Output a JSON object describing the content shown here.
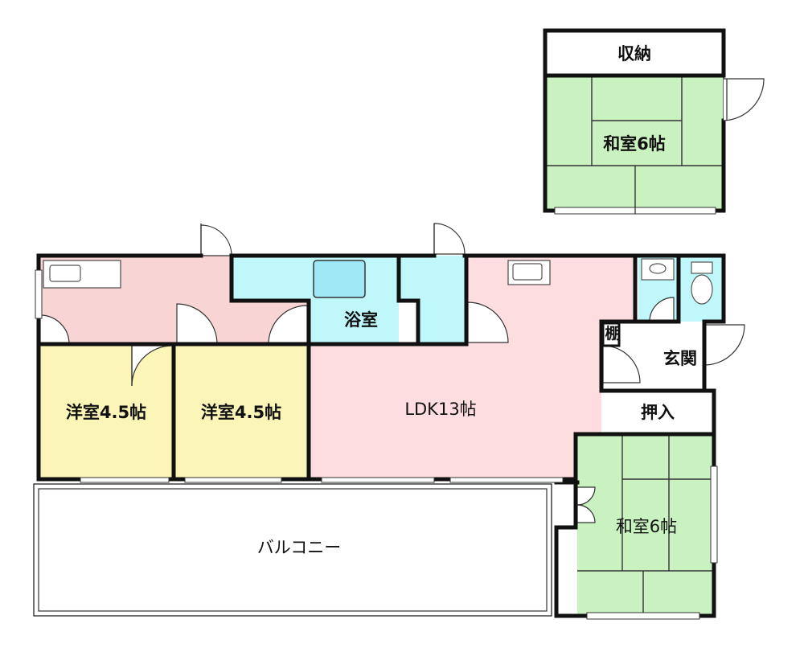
{
  "rooms": {
    "storage_top": "収納",
    "washitsu_top": "和室6帖",
    "bath": "浴室",
    "youshitsu_1": "洋室4.5帖",
    "youshitsu_2": "洋室4.5帖",
    "ldk": "LDK13帖",
    "shelf": "棚",
    "entrance": "玄関",
    "closet": "押入",
    "washitsu_bottom": "和室6帖",
    "balcony": "バルコニー"
  },
  "colors": {
    "corridor_pink": "#f9d4d4",
    "ldk_pink": "#fddde0",
    "youshitsu_yellow": "#fbf6b8",
    "washitsu_green": "#c9f2c0",
    "water_cyan": "#bff7fb",
    "wall": "#111111"
  }
}
